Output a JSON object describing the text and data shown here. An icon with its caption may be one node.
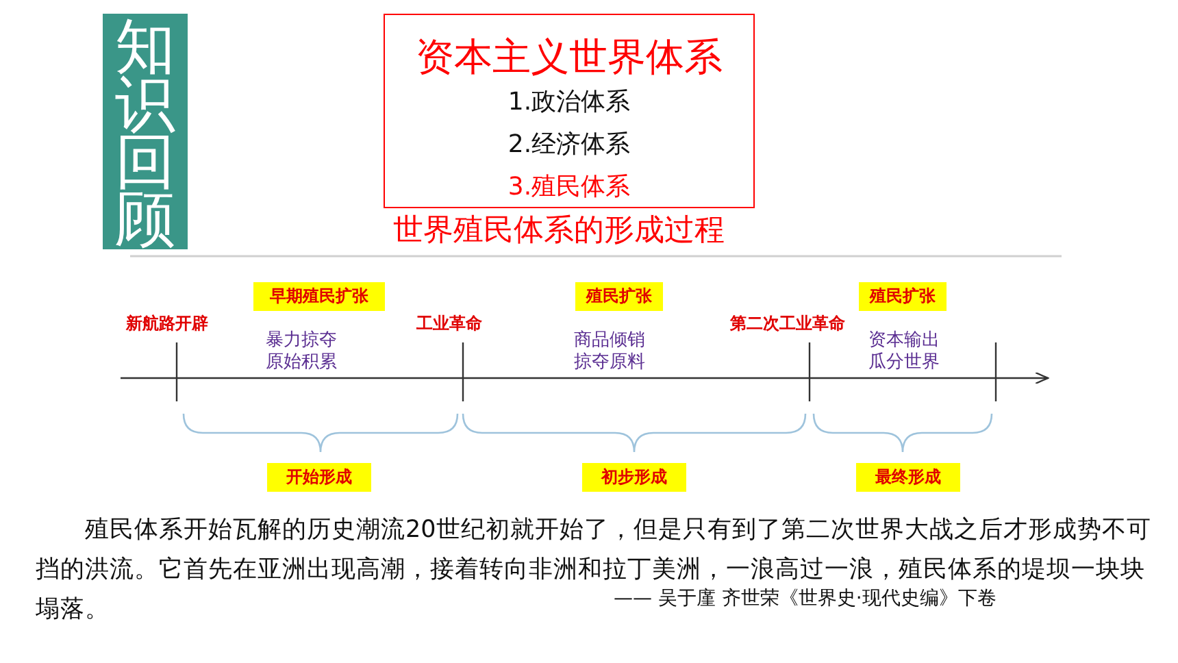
{
  "diagram": {
    "nodes": [
      {
        "text": [
          "知识回顾"
        ]
      },
      {
        "text": [
          "资本主义世界体系",
          "1.政治体系",
          "2.经济体系",
          "3.殖民体系"
        ]
      },
      {
        "text": [
          "早期殖民扩张"
        ]
      },
      {
        "text": [
          "殖民扩张"
        ]
      },
      {
        "text": [
          "殖民扩张"
        ]
      },
      {
        "text": [
          "开始形成"
        ]
      },
      {
        "text": [
          "初步形成"
        ]
      },
      {
        "text": [
          "最终形成"
        ]
      }
    ],
    "labels": [
      "世界殖民体系的形成过程",
      "新航路开辟",
      "暴力掠夺原始积累",
      "工业革命",
      "商品倾销掠夺原料",
      "第二次工业革命",
      "资本输出瓜分世界",
      "殖民体系开始瓦解的历史潮流20世纪初就开始了，但是只有到了第二次世界大战之后才形成势不可挡的洪流。它首先在亚洲出现高潮，接着转向非洲和拉丁美洲，一浪高过一浪，殖民体系的堤坝一块块塌落。",
      "—— 吴于廑 齐世荣《世界史·现代史编》下卷"
    ]
  }
}
